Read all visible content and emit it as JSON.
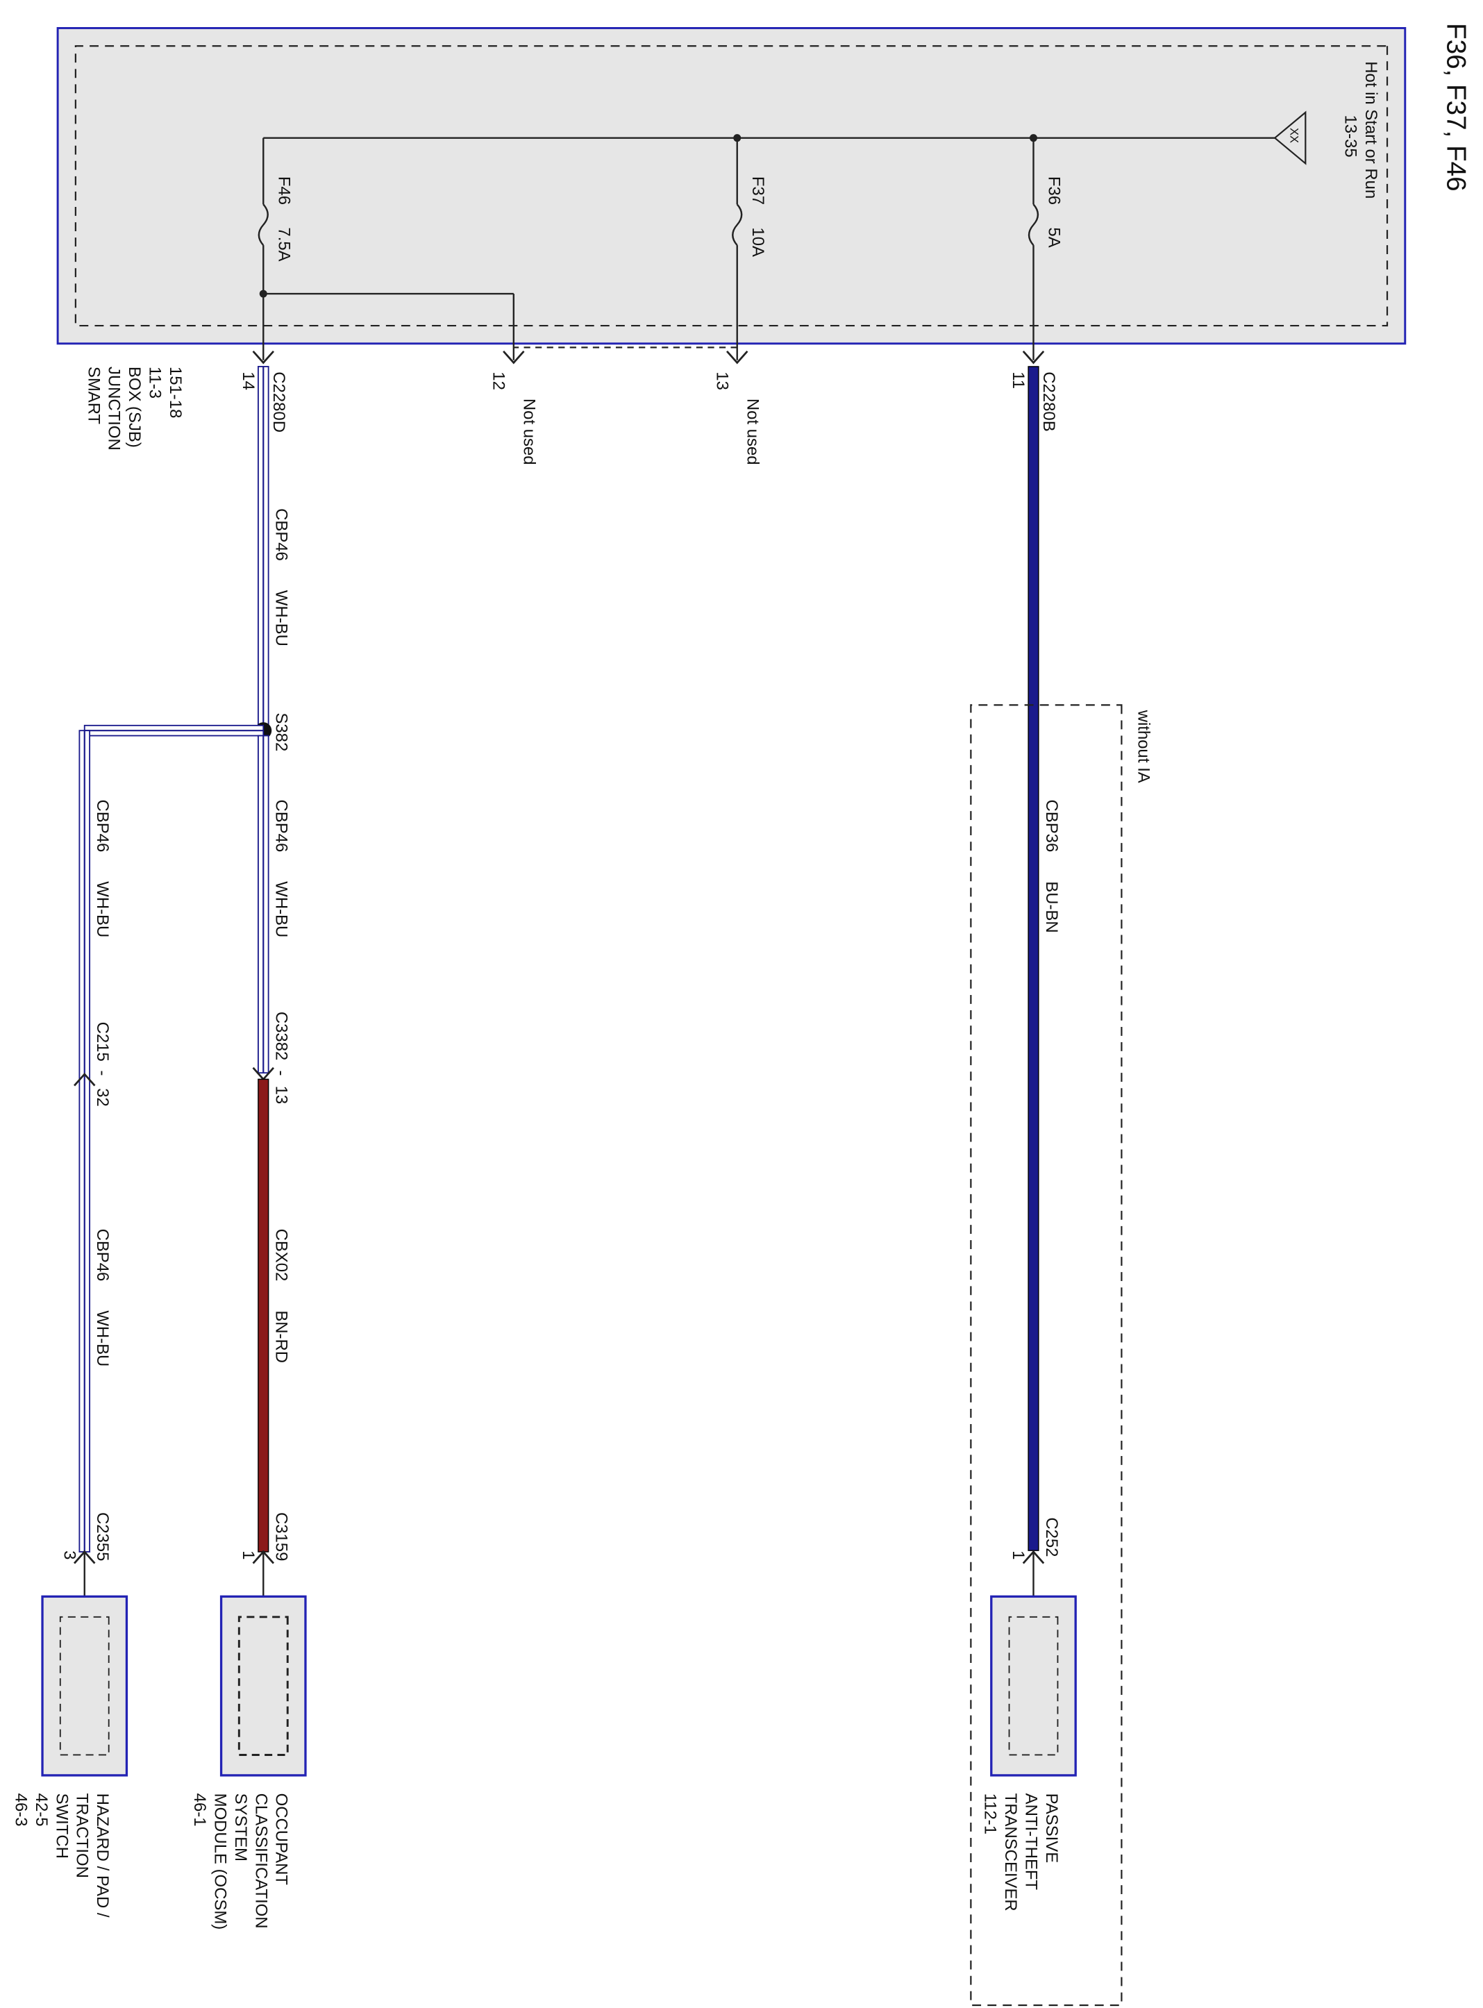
{
  "title": "F36, F37, F46",
  "sjb": {
    "name_lines": [
      "SMART",
      "JUNCTION",
      "BOX (SJB)",
      "11-3",
      "151-18"
    ],
    "hot_lines": [
      "Hot in Start or Run",
      "13-35"
    ],
    "ground_symbol": "XX",
    "colors": {
      "box_border": "#2323b4",
      "box_fill": "#e6e6e6"
    }
  },
  "fuses": [
    {
      "name": "F46",
      "rating": "7.5A"
    },
    {
      "name": "F37",
      "rating": "10A"
    },
    {
      "name": "F36",
      "rating": "5A"
    }
  ],
  "connector_pins": {
    "c2280d": {
      "name": "C2280D",
      "pin": "14"
    },
    "c2280b": {
      "name": "C2280B",
      "pin": "11"
    },
    "pin12": {
      "pin": "12",
      "note": "Not used"
    },
    "pin13": {
      "pin": "13",
      "note": "Not used"
    }
  },
  "circuits": {
    "cbp46_main": {
      "circuit": "CBP46",
      "color": "WH-BU"
    },
    "cbp36": {
      "circuit": "CBP36",
      "color": "BU-BN",
      "hex": "#1a1a8c"
    },
    "cbp46_branch": {
      "circuit": "CBP46",
      "color": "WH-BU"
    },
    "cbp46_ocsm": {
      "circuit": "CBP46",
      "color": "WH-BU"
    },
    "cbp46_hazard": {
      "circuit": "CBP46",
      "color": "WH-BU"
    },
    "cbx02": {
      "circuit": "CBX02",
      "color": "BN-RD",
      "hex": "#8b1a1a"
    }
  },
  "splice": {
    "name": "S382"
  },
  "inline_connectors": {
    "c3382": {
      "name": "C3382",
      "pin": "13",
      "separator": "-"
    },
    "c215": {
      "name": "C215",
      "pin": "32",
      "separator": "-"
    }
  },
  "option_box": {
    "label": "without IA"
  },
  "components": {
    "pats": {
      "connector": "C252",
      "pin": "1",
      "name_lines": [
        "PASSIVE",
        "ANTI-THEFT",
        "TRANSCEIVER",
        "112-1"
      ]
    },
    "ocsm": {
      "connector": "C3159",
      "pin": "1",
      "name_lines": [
        "OCCUPANT",
        "CLASSIFICATION",
        "SYSTEM",
        "MODULE (OCSM)",
        "46-1"
      ]
    },
    "hazard": {
      "connector": "C2355",
      "pin": "3",
      "name_lines": [
        "HAZARD / PAD /",
        "TRACTION",
        "SWITCH",
        "42-5",
        "46-3"
      ]
    }
  }
}
